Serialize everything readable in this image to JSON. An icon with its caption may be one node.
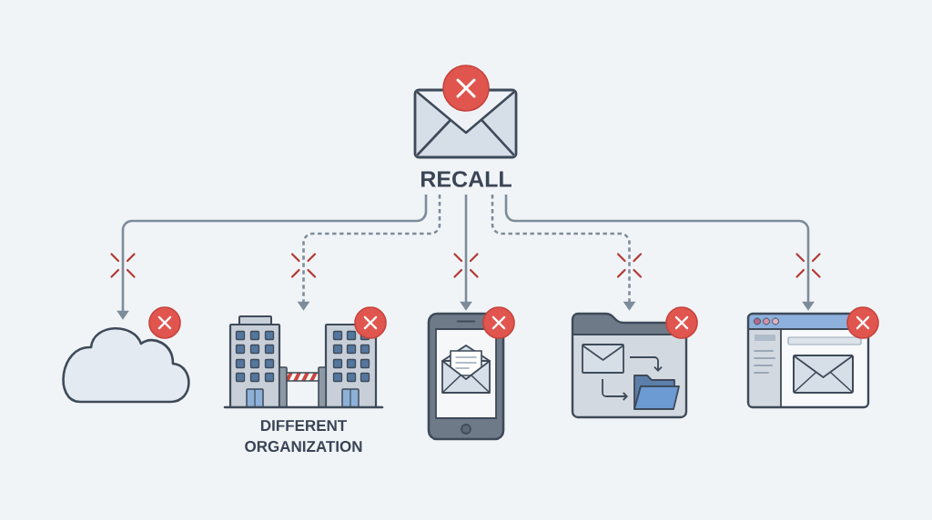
{
  "diagram": {
    "nodes": [
      {
        "text": [
          "RECALL"
        ]
      },
      {
        "text": [],
        "shape": "cloud"
      },
      {
        "text": [
          "DIFFERENT ORGANIZATION"
        ]
      },
      {
        "text": [],
        "shape": "picture"
      },
      {
        "text": [],
        "shape": "picture"
      },
      {
        "text": [],
        "shape": "picture"
      }
    ],
    "edges": [
      {
        "from": 0,
        "to": 1,
        "arrow": "to"
      },
      {
        "from": 0,
        "to": 2,
        "arrow": "to",
        "style": "dashed"
      },
      {
        "from": 0,
        "to": 3,
        "arrow": "to"
      },
      {
        "from": 0,
        "to": 4,
        "arrow": "to",
        "style": "dashed"
      },
      {
        "from": 0,
        "to": 5,
        "arrow": "to"
      }
    ]
  }
}
